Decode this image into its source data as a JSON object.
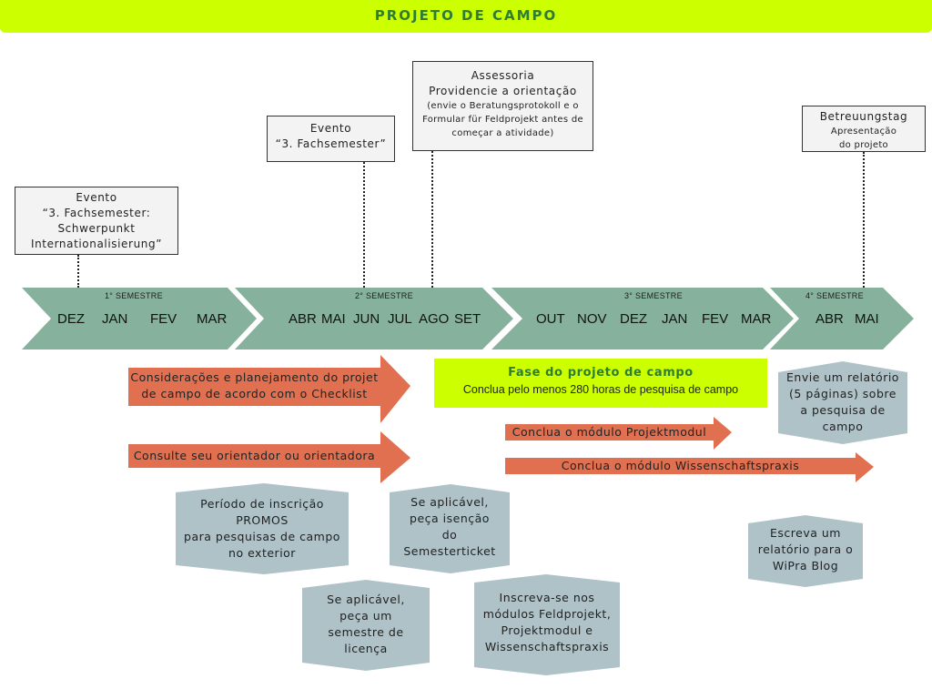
{
  "title": "PROJETO DE CAMPO",
  "events": [
    {
      "lines": [
        "Evento",
        "“3. Fachsemester:",
        "Schwerpunkt",
        "Internationalisierung”"
      ]
    },
    {
      "lines": [
        "Evento",
        "“3. Fachsemester”"
      ]
    },
    {
      "lines": [
        "Assessoria",
        "Providencie a orientação"
      ],
      "small": [
        "(envie o Beratungsprotokoll e o",
        "Formular für Feldprojekt antes de",
        "começar a atividade)"
      ]
    },
    {
      "lines": [
        "Betreuungstag"
      ],
      "small": [
        "Apresentação",
        "do projeto"
      ]
    }
  ],
  "semesters": [
    {
      "label": "1° SEMESTRE",
      "months": [
        "DEZ",
        "JAN",
        "FEV",
        "MAR"
      ]
    },
    {
      "label": "2° SEMESTRE",
      "months": [
        "ABR",
        "MAI",
        "JUN",
        "JUL",
        "AGO",
        "SET"
      ]
    },
    {
      "label": "3° SEMESTRE",
      "months": [
        "OUT",
        "NOV",
        "DEZ",
        "JAN",
        "FEV",
        "MAR"
      ]
    },
    {
      "label": "4° SEMESTRE",
      "months": [
        "ABR",
        "MAI"
      ]
    }
  ],
  "arrows": {
    "considerations": [
      "Considerações e planejamento do projet",
      "de campo de acordo com o Checklist"
    ],
    "consult": "Consulte seu orientador ou orientadora",
    "projektmodul": "Conclua o módulo Projektmodul",
    "wissenschaftspraxis": "Conclua o módulo Wissenschaftspraxis"
  },
  "phase": {
    "title": "Fase do projeto de campo",
    "subtitle": "Conclua pelo menos 280 horas de pesquisa de campo"
  },
  "hexagons": {
    "report": [
      "Envie um relatório",
      "(5 páginas) sobre",
      "a pesquisa de",
      "campo"
    ],
    "promos": [
      "Período de inscrição",
      "PROMOS",
      "para pesquisas de campo",
      "no exterior"
    ],
    "semesterticket": [
      "Se aplicável,",
      "peça isenção",
      "do",
      "Semesterticket"
    ],
    "leave": [
      "Se aplicável,",
      "peça um",
      "semestre de",
      "licença"
    ],
    "enroll": [
      "Inscreva-se nos",
      "módulos Feldprojekt,",
      "Projektmodul e",
      "Wissenschaftspraxis"
    ],
    "blog": [
      "Escreva um",
      "relatório para o",
      "WiPra Blog"
    ]
  },
  "colors": {
    "title_bar": "#ccff00",
    "title_text": "#2e7d32",
    "timeline": "#86b19c",
    "arrow": "#e07050",
    "hexagon": "#aec2c8",
    "phase_box": "#ccff00"
  }
}
